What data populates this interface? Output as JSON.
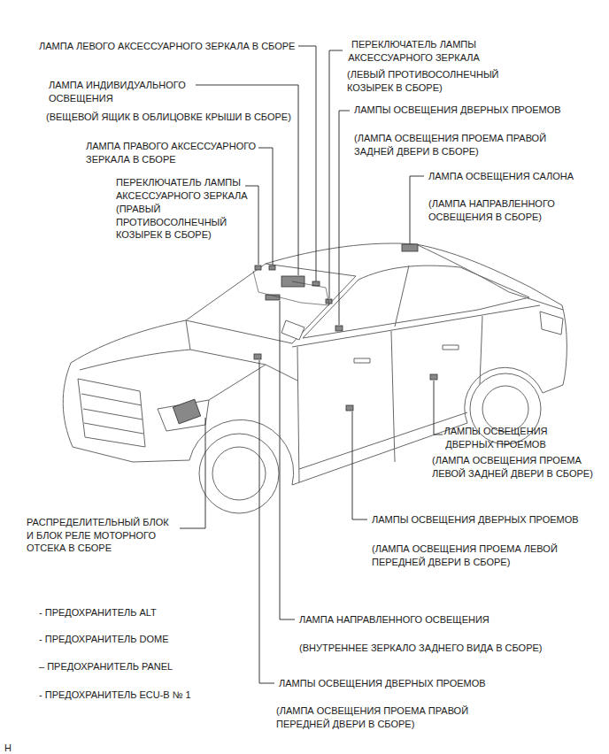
{
  "diagram": {
    "labels": [
      "ЛАМПА ЛЕВОГО АКСЕССУАРНОГО ЗЕРКАЛА В СБОРЕ",
      "ПЕРЕКЛЮЧАТЕЛЬ ЛАМПЫ АКСЕССУАРНОГО ЗЕРКАЛА",
      "(ЛЕВЫЙ ПРОТИВОСОЛНЕЧНЫЙ КОЗЫРЕК В СБОРЕ)",
      "ЛАМПА ИНДИВИДУАЛЬНОГО ОСВЕЩЕНИЯ",
      "(ВЕЩЕВОЙ ЯЩИК В ОБЛИЦОВКЕ КРЫШИ В СБОРЕ)",
      "ЛАМПЫ ОСВЕЩЕНИЯ ДВЕРНЫХ ПРОЕМОВ",
      "(ЛАМПА ОСВЕЩЕНИЯ ПРОЕМА ПРАВОЙ ЗАДНЕЙ ДВЕРИ В СБОРЕ)",
      "ЛАМПА ПРАВОГО АКСЕССУАРНОГО ЗЕРКАЛА В СБОРЕ",
      "ЛАМПА ОСВЕЩЕНИЯ САЛОНА",
      "ПЕРЕКЛЮЧАТЕЛЬ ЛАМПЫ АКСЕССУАРНОГО ЗЕРКАЛА",
      "(ЛАМПА НАПРАВЛЕННОГО ОСВЕЩЕНИЯ В СБОРЕ)",
      "(ПРАВЫЙ ПРОТИВОСОЛНЕЧНЫЙ КОЗЫРЕК В СБОРЕ)",
      "ЛАМПЫ ОСВЕЩЕНИЯ ДВЕРНЫХ ПРОЕМОВ",
      "(ЛАМПА ОСВЕЩЕНИЯ ПРОЕМА ЛЕВОЙ ЗАДНЕЙ ДВЕРИ В СБОРЕ)",
      "РАСПРЕДЕЛИТЕЛЬНЫЙ БЛОК И БЛОК РЕЛЕ МОТОРНОГО ОТСЕКА В СБОРЕ",
      "ЛАМПЫ ОСВЕЩЕНИЯ ДВЕРНЫХ ПРОЕМОВ",
      "(ЛАМПА ОСВЕЩЕНИЯ ПРОЕМА ЛЕВОЙ ПЕРЕДНЕЙ ДВЕРИ В СБОРЕ)",
      "- ПРЕДОХРАНИТЕЛЬ ALT",
      "- ПРЕДОХРАНИТЕЛЬ DOME",
      "– ПРЕДОХРАНИТЕЛЬ PANEL",
      "- ПРЕДОХРАНИТЕЛЬ ECU-B № 1",
      "ЛАМПА НАПРАВЛЕННОГО ОСВЕЩЕНИЯ",
      "(ВНУТРЕННЕЕ ЗЕРКАЛО ЗАДНЕГО ВИДА В СБОРЕ)",
      "ЛАМПЫ ОСВЕЩЕНИЯ ДВЕРНЫХ ПРОЕМОВ",
      "(ЛАМПА ОСВЕЩЕНИЯ ПРОЕМА ПРАВОЙ ПЕРЕДНЕЙ ДВЕРИ В СБОРЕ)",
      "H"
    ]
  }
}
